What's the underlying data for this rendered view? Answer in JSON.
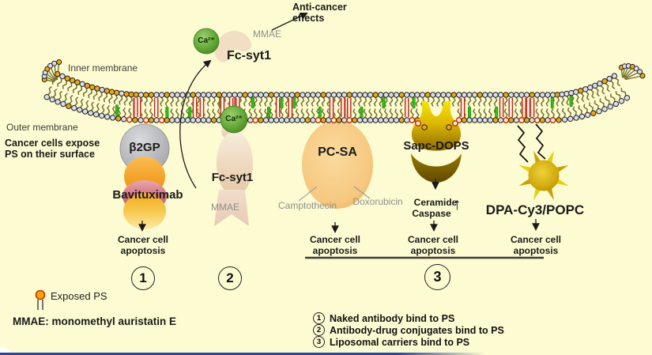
{
  "palette": {
    "background": "#fdfbd1",
    "bottom_border": "#2e44a0",
    "membrane_tail": "#73732f",
    "head_gray": "#dbdee8",
    "head_orange": "#eea816",
    "head_red": "#cf3a05",
    "ps_green": "#2fbf10",
    "ps_red": "#c22b18",
    "calcium_green": "#63a838",
    "gold": "#ddb803",
    "sun_gold": "#d1a90d"
  },
  "membrane": {
    "inner_label": "Inner membrane",
    "outer_label": "Outer membrane",
    "note_line1": "Cancer cells expose",
    "note_line2": "PS on their surface"
  },
  "top_pathway": {
    "calcium_label": "Ca²⁺",
    "fcsyt1_label": "Fc-syt1",
    "mmae_label": "MMAE",
    "effect_line1": "Anti-cancer",
    "effect_line2": "effects"
  },
  "agents": {
    "b2gp_label": "β2GP",
    "bavituximab_label": "Bavituximab",
    "fcsyt1_label": "Fc-syt1",
    "fcsyt1_mmae": "MMAE",
    "fcsyt1_calcium": "Ca²⁺",
    "pcsa_label": "PC-SA",
    "camptothecin": "Camptothecin",
    "doxorubicin": "Doxorubicin",
    "sapc_label": "Sapc-DOPS",
    "ceramide": "Ceramide",
    "caspase": "Caspase",
    "up_arrow": "↑",
    "dpa_label": "DPA-Cy3/POPC"
  },
  "outcomes": {
    "line1": "Cancer cell",
    "line2": "apoptosis"
  },
  "steps": {
    "one": "1",
    "two": "2",
    "three": "3"
  },
  "legend": {
    "exposed_ps": "Exposed PS",
    "mmae_note": "MMAE: monomethyl auristatin E",
    "items": [
      {
        "num": "1",
        "text": "Naked antibody bind to PS"
      },
      {
        "num": "2",
        "text": "Antibody-drug conjugates bind to PS"
      },
      {
        "num": "3",
        "text": "Liposomal carriers bind to PS"
      }
    ]
  }
}
